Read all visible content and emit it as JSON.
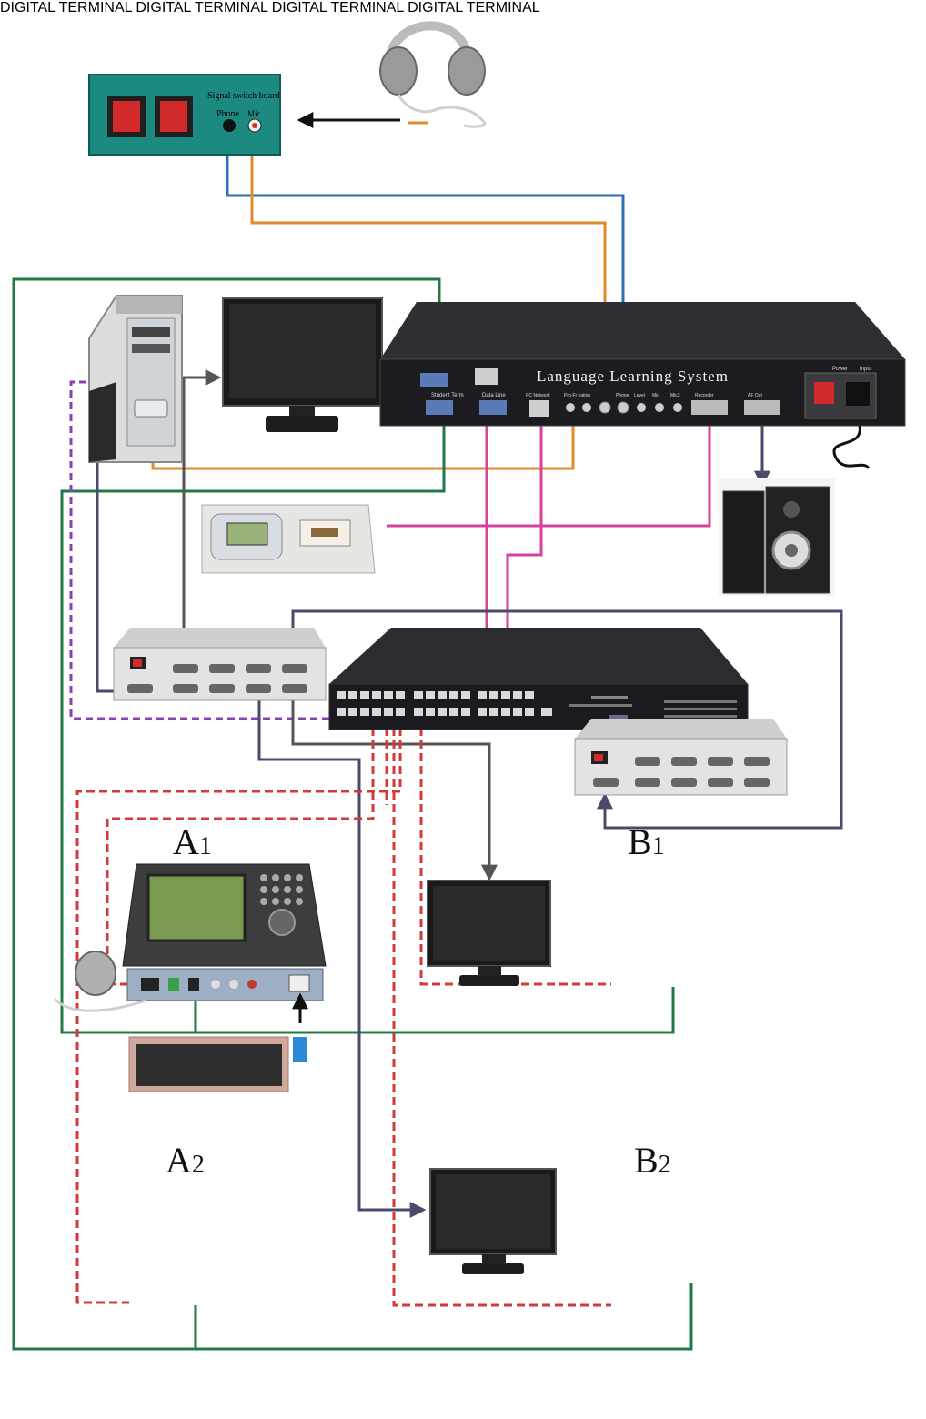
{
  "signal_switch_board": {
    "title": "Signal switch board",
    "phone_label": "Phone",
    "mic_label": "Mic"
  },
  "language_learning_system": {
    "title": "Language Learning System",
    "port_labels": [
      "Student Term",
      "Data Line",
      "PC Network",
      "Pro-Fr nation",
      "Phone",
      "Level",
      "Mic",
      "Mic2",
      "Recorder",
      "AF Out"
    ],
    "power_labels": [
      "Power",
      "Input"
    ]
  },
  "terminal_device_label": "DIGITAL TERMINAL",
  "stations": [
    {
      "letter": "A",
      "number": "1"
    },
    {
      "letter": "B",
      "number": "1"
    },
    {
      "letter": "A",
      "number": "2"
    },
    {
      "letter": "B",
      "number": "2"
    }
  ],
  "colors": {
    "phone_wire": "#2c6fb5",
    "mic_wire": "#e08a2c",
    "network_wire": "#1f7a45",
    "data_wire": "#d6419a",
    "video_wire": "#4a4a6a",
    "student_wire": "#d23a3a",
    "teacher_wire": "#8b3fb5",
    "audio_wire": "#8a8a40"
  }
}
